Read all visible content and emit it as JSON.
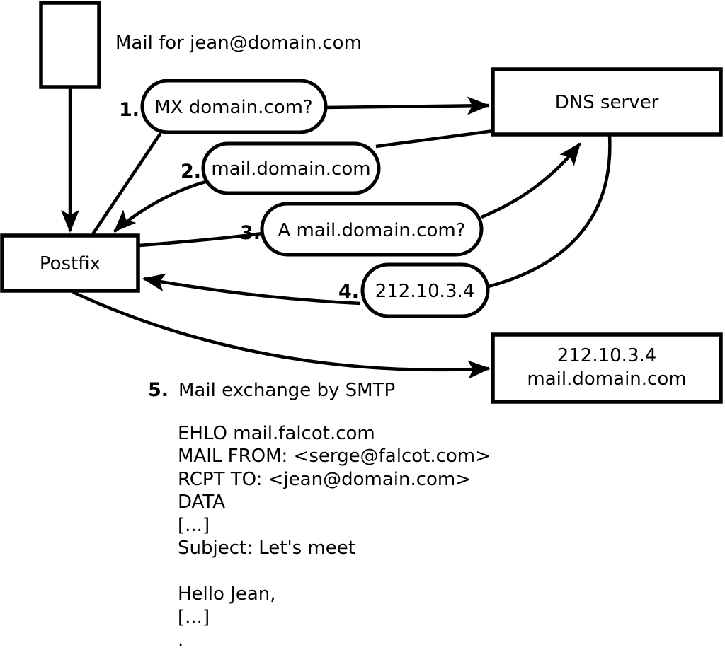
{
  "colors": {
    "ink": "#000000",
    "background": "#ffffff"
  },
  "note": {
    "mail_for": "Mail for jean@domain.com"
  },
  "nodes": {
    "postfix": {
      "label": "Postfix"
    },
    "dns": {
      "label": "DNS server"
    },
    "mail_server": {
      "line1": "212.10.3.4",
      "line2": "mail.domain.com"
    }
  },
  "steps": [
    {
      "number": "1.",
      "label": "MX domain.com?"
    },
    {
      "number": "2.",
      "label": "mail.domain.com"
    },
    {
      "number": "3.",
      "label": "A mail.domain.com?"
    },
    {
      "number": "4.",
      "label": "212.10.3.4"
    },
    {
      "number": "5.",
      "label": "Mail exchange by SMTP"
    }
  ],
  "smtp_session": {
    "lines": [
      "EHLO mail.falcot.com",
      "MAIL FROM: <serge@falcot.com>",
      "RCPT TO: <jean@domain.com>",
      "DATA",
      "[...]",
      "Subject: Let's meet",
      "",
      "Hello Jean,",
      "[...]",
      "."
    ]
  }
}
